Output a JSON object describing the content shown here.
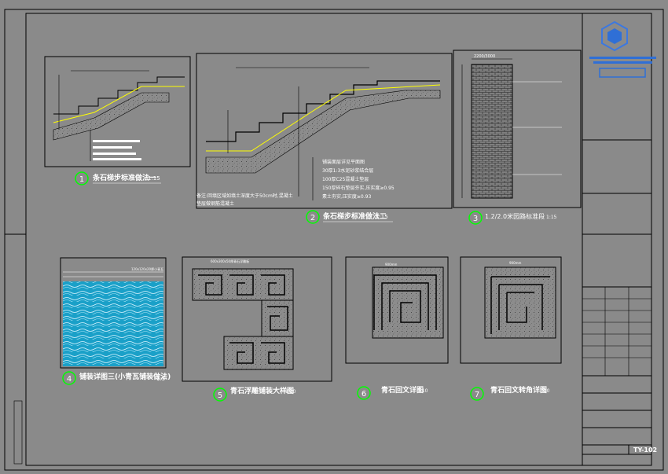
{
  "colors": {
    "background": "#8a8a8a",
    "line": "#000000",
    "highlight": "#ffff00",
    "label_circle": "#00ff00",
    "text": "#ffffff",
    "logo_blue": "#2f6fd6"
  },
  "details": [
    {
      "no": "1",
      "title": "条石梯步标准做法一",
      "scale": "1:15"
    },
    {
      "no": "2",
      "title": "条石梯步标准做法二",
      "scale": "1:15"
    },
    {
      "no": "3",
      "title": "1.2/2.0米园路标准段",
      "scale": "1:15"
    },
    {
      "no": "4",
      "title": "铺装详图三(小青瓦铺装做法)",
      "scale": "1:5"
    },
    {
      "no": "5",
      "title": "青石浮雕铺装大样图",
      "scale": "1:20"
    },
    {
      "no": "6",
      "title": "青石回文详图",
      "scale": "1:10"
    },
    {
      "no": "7",
      "title": "青石回文转角详图",
      "scale": "1:10"
    }
  ],
  "detail2_notes": [
    "铺装面层详见平面图",
    "30厚1:3水泥砂浆结合层",
    "100厚C25混凝土垫层",
    "150厚碎石垫层夯实,压实度≥0.95",
    "素土夯实,压实度≥0.93"
  ],
  "detail2_remark": [
    "备注:回填区域如填土深度大于50cm时,混凝土",
    "垫层做钢筋混凝土"
  ],
  "detail3_dims": "2200/3000",
  "detail4_dim": "120x120x20厚小青瓦",
  "detail5_dims": "600x300x50厚青石浮雕板",
  "detail6_dim": "900mm",
  "detail7_dim": "900mm",
  "title_block": {
    "drawing_no": "TY-102"
  }
}
